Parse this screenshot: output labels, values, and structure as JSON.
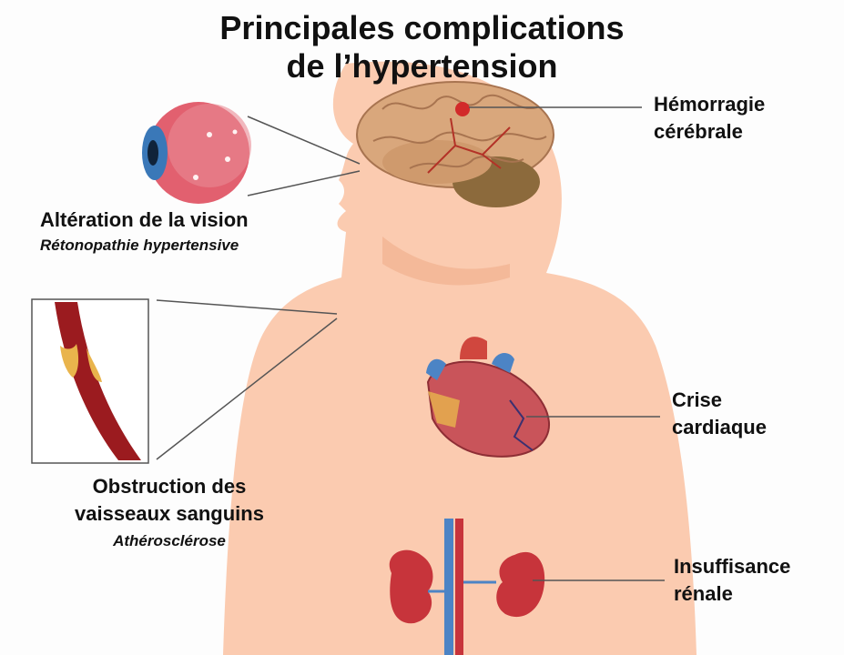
{
  "title": {
    "line1": "Principales complications",
    "line2": "de l’hypertension"
  },
  "labels": {
    "brain": {
      "line1": "Hémorragie",
      "line2": "cérébrale"
    },
    "eye": {
      "main": "Altération de la vision",
      "sub": "Rétonopathie hypertensive"
    },
    "vessel": {
      "line1": "Obstruction des",
      "line2": "vaisseaux sanguins",
      "sub": "Athérosclérose"
    },
    "heart": {
      "line1": "Crise",
      "line2": "cardiaque"
    },
    "kidney": {
      "line1": "Insuffisance",
      "line2": "rénale"
    }
  },
  "colors": {
    "skin": "#fbcbb0",
    "brain": "#d9a77c",
    "vessel": "#9b1b1f",
    "plaque": "#e9b44c",
    "eye": "#e2606f",
    "heart": "#c9545a",
    "kidney": "#c7343b",
    "vein": "#4c84c5"
  }
}
